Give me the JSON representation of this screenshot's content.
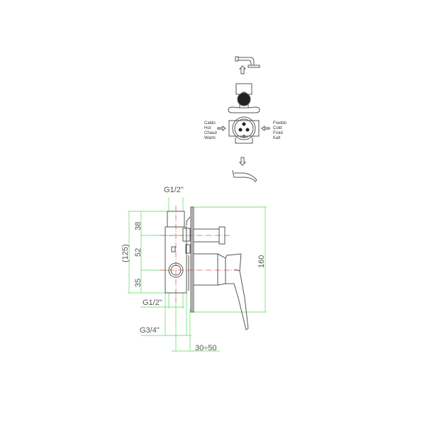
{
  "colors": {
    "background": "#ffffff",
    "outline": "#555555",
    "dimension_lines": "#7fe07f",
    "center_lines": "#e05a5a",
    "knob_fill": "#222222"
  },
  "schematic": {
    "left_labels": [
      "Caldo",
      "Hot",
      "Chaud",
      "Warm"
    ],
    "right_labels": [
      "Freddo",
      "Cold",
      "Froid",
      "Kalt"
    ],
    "icons": [
      "shower-head-icon",
      "arrow-up-icon",
      "mixer-body-icon",
      "arrow-right-icon",
      "arrow-left-icon",
      "arrow-down-icon",
      "spout-icon"
    ]
  },
  "drawing": {
    "top_connection": "G1/2\"",
    "dim_total_height": "(125)",
    "dim_upper": "38",
    "dim_middle": "52",
    "dim_lower": "35",
    "dim_plate_height": "160",
    "bottom_connection_1": "G1/2\"",
    "bottom_connection_2": "G3/4\"",
    "depth_range": "30÷50"
  }
}
